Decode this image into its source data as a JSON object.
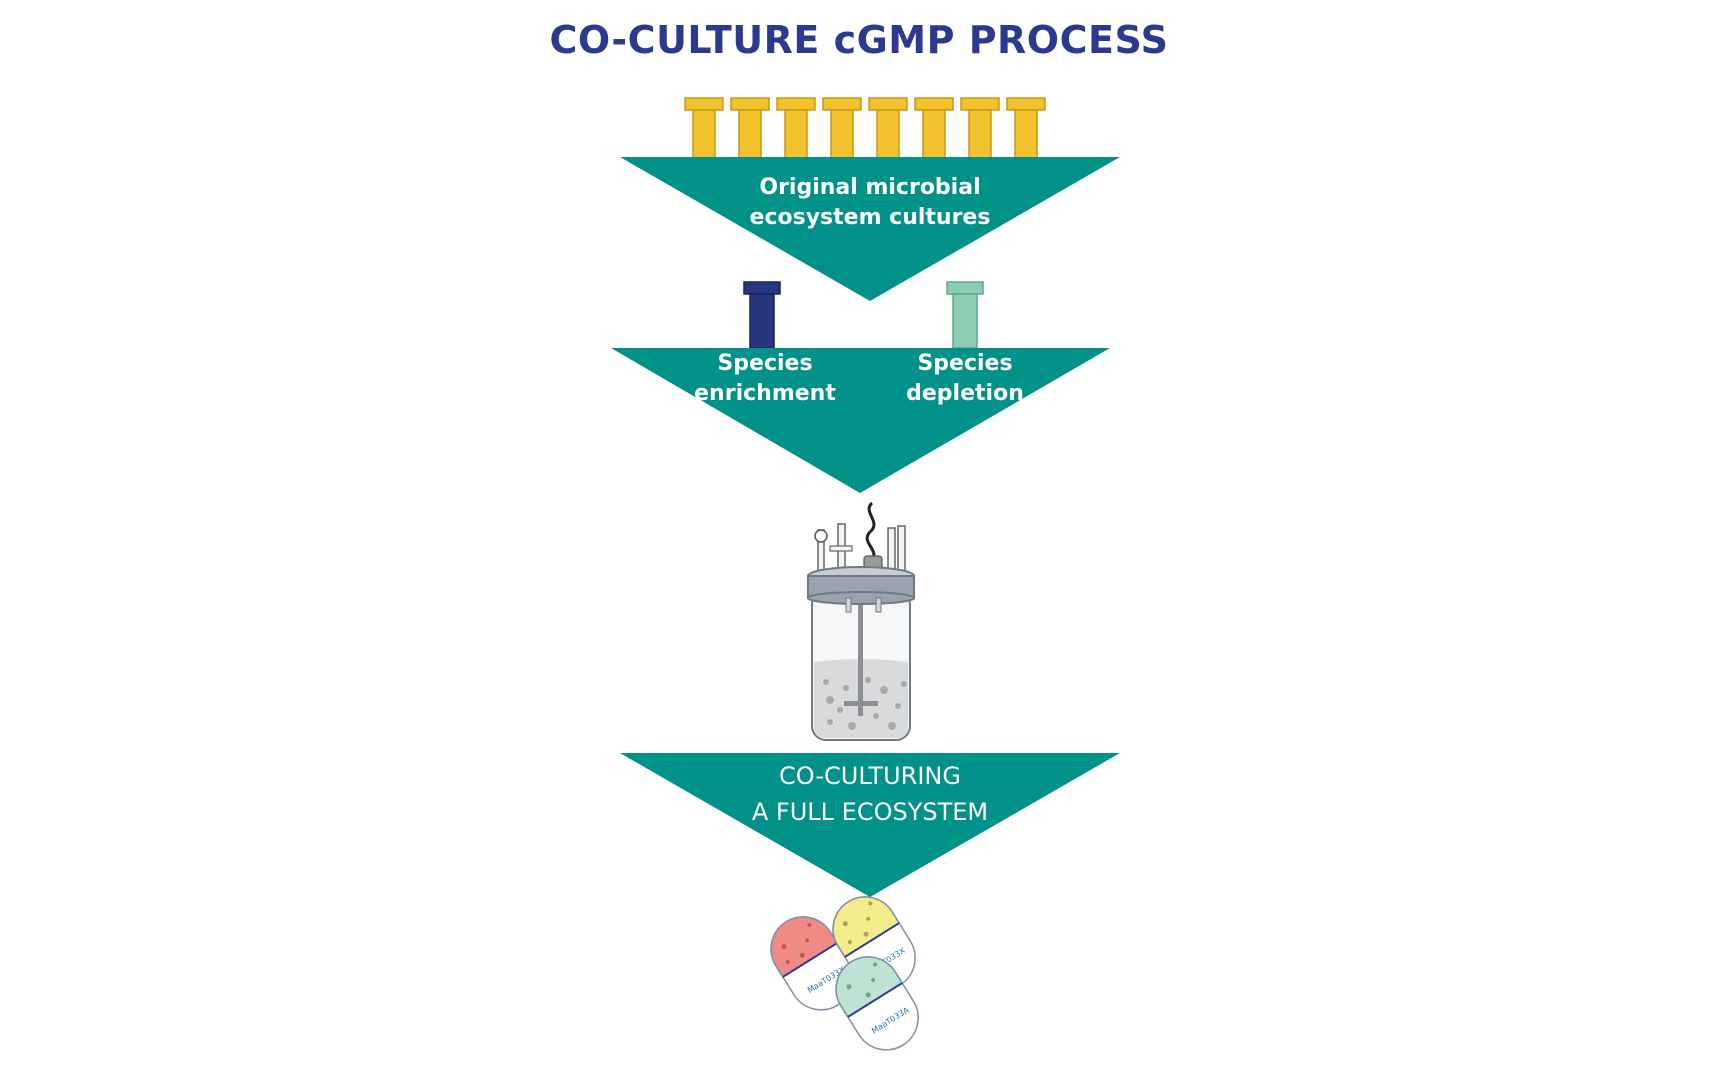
{
  "title": "CO-CULTURE cGMP PROCESS",
  "steps": {
    "step1": {
      "line1": "Original microbial",
      "line2": "ecosystem cultures"
    },
    "step2_left": {
      "line1": "Species",
      "line2": "enrichment"
    },
    "step2_right": {
      "line1": "Species",
      "line2": "depletion"
    },
    "step3": {
      "line1": "CO-CULTURING",
      "line2": "A FULL ECOSYSTEM"
    }
  },
  "capsules": {
    "label_a": "MaaT033X",
    "label_b": "MaaT033X",
    "label_c": "MaaT033A"
  },
  "colors": {
    "teal": "#009188",
    "title": "#2b3990",
    "tube_yellow": "#f2c12e",
    "tube_navy": "#283580",
    "tube_mint": "#8fcdb3",
    "capsule_red": "#f08a84",
    "capsule_yellow": "#f3ec8a",
    "capsule_mint": "#bfe3d3"
  },
  "icons": [
    "culture-tube-icon",
    "bioreactor-icon",
    "capsule-icon"
  ]
}
